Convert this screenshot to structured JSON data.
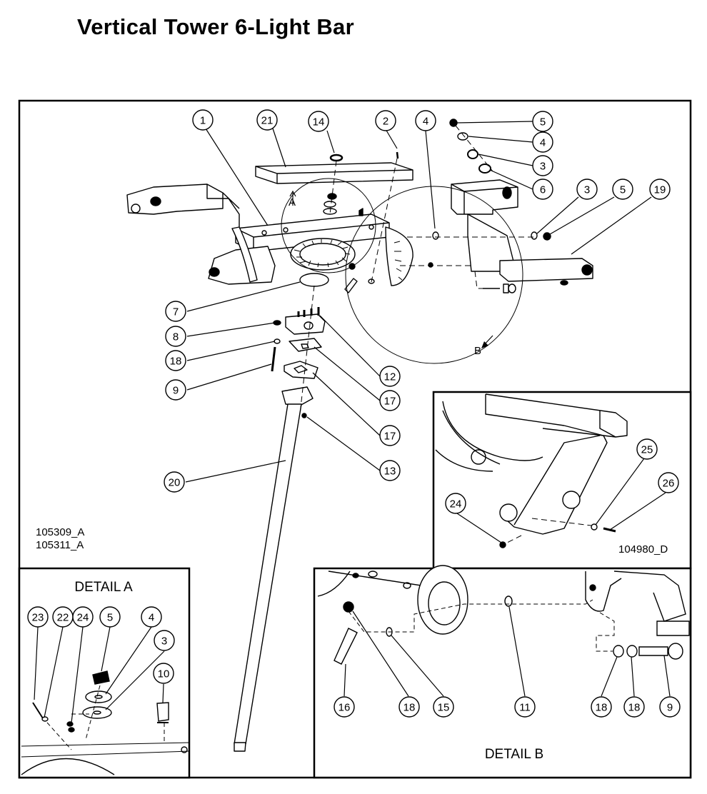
{
  "title": "Vertical Tower 6-Light Bar",
  "part_refs": [
    "105309_A",
    "105311_A"
  ],
  "detail_b_ref": "104980_D",
  "detail_a_title": "DETAIL A",
  "detail_b_title": "DETAIL B",
  "view_markers": {
    "a": "A",
    "b": "B"
  },
  "callouts": {
    "main": [
      "1",
      "21",
      "14",
      "2",
      "4",
      "5",
      "4",
      "3",
      "6",
      "3",
      "5",
      "19",
      "7",
      "8",
      "18",
      "9",
      "12",
      "17",
      "17",
      "13",
      "20"
    ],
    "inset": [
      "25",
      "26",
      "24"
    ],
    "detail_a": [
      "23",
      "22",
      "24",
      "5",
      "4",
      "3",
      "10"
    ],
    "detail_b": [
      "16",
      "18",
      "15",
      "11",
      "18",
      "18",
      "9"
    ]
  }
}
